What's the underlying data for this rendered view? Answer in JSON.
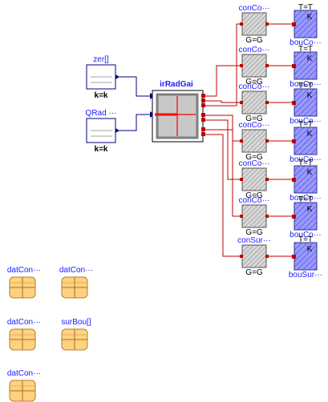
{
  "diagram": {
    "sources": [
      {
        "id": "zer",
        "label": "zer[]",
        "param": "k=k"
      },
      {
        "id": "qrad",
        "label": "QRad ···",
        "param": "k=k"
      }
    ],
    "center": {
      "label": "irRadGai"
    },
    "conductors": [
      {
        "label": "conCo···",
        "param": "G=G"
      },
      {
        "label": "conCo···",
        "param": "G=G"
      },
      {
        "label": "conCo···",
        "param": "G=G"
      },
      {
        "label": "conCo···",
        "param": "G=G"
      },
      {
        "label": "conCo···",
        "param": "G=G"
      },
      {
        "label": "conCo···",
        "param": "G=G"
      },
      {
        "label": "conSur···",
        "param": "G=G"
      }
    ],
    "boundaries": [
      {
        "top": "T=T",
        "mid": "K",
        "bottom": "bouCo···"
      },
      {
        "top": "T=T",
        "mid": "K",
        "bottom": "bouCo···"
      },
      {
        "top": "T=T",
        "mid": "K",
        "bottom": "bouCo···"
      },
      {
        "top": "T=T",
        "mid": "K",
        "bottom": "bouCo···"
      },
      {
        "top": "T=T",
        "mid": "K",
        "bottom": "bouCo···"
      },
      {
        "top": "T=T",
        "mid": "K",
        "bottom": "bouCo···"
      },
      {
        "top": "T=T",
        "mid": "K",
        "bottom": "bouSur···"
      }
    ],
    "records": [
      {
        "label": "datCon···"
      },
      {
        "label": "datCon···"
      },
      {
        "label": "datCon···"
      },
      {
        "label": "surBou[]"
      },
      {
        "label": "datCon···"
      }
    ],
    "colors": {
      "signal": "#00007f",
      "heat": "#bf0000",
      "boundary_fill": "#9999ff",
      "record_fill": "#ffd27f",
      "label": "#1a1aff"
    }
  }
}
